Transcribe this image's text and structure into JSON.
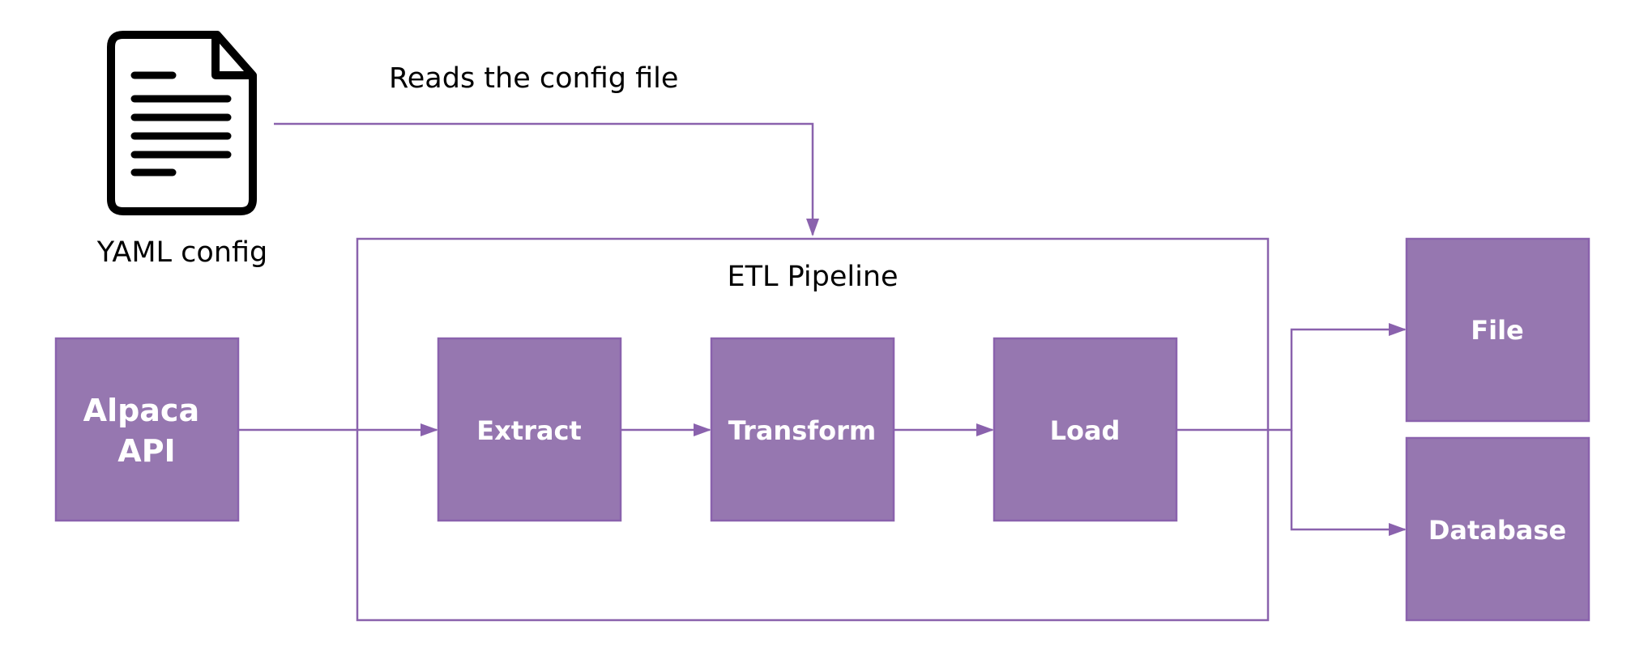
{
  "colors": {
    "accent": "#9677b0",
    "accent_stroke": "#8a62ad",
    "text": "#000000",
    "box_text": "#ffffff"
  },
  "config_doc": {
    "icon": "document-icon",
    "label": "YAML config"
  },
  "arrow_caption": "Reads the config file",
  "pipeline": {
    "title": "ETL Pipeline",
    "stages": [
      {
        "label": "Extract"
      },
      {
        "label": "Transform"
      },
      {
        "label": "Load"
      }
    ]
  },
  "source": {
    "line1": "Alpaca",
    "line2": "API"
  },
  "outputs": [
    {
      "label": "File"
    },
    {
      "label": "Database"
    }
  ]
}
